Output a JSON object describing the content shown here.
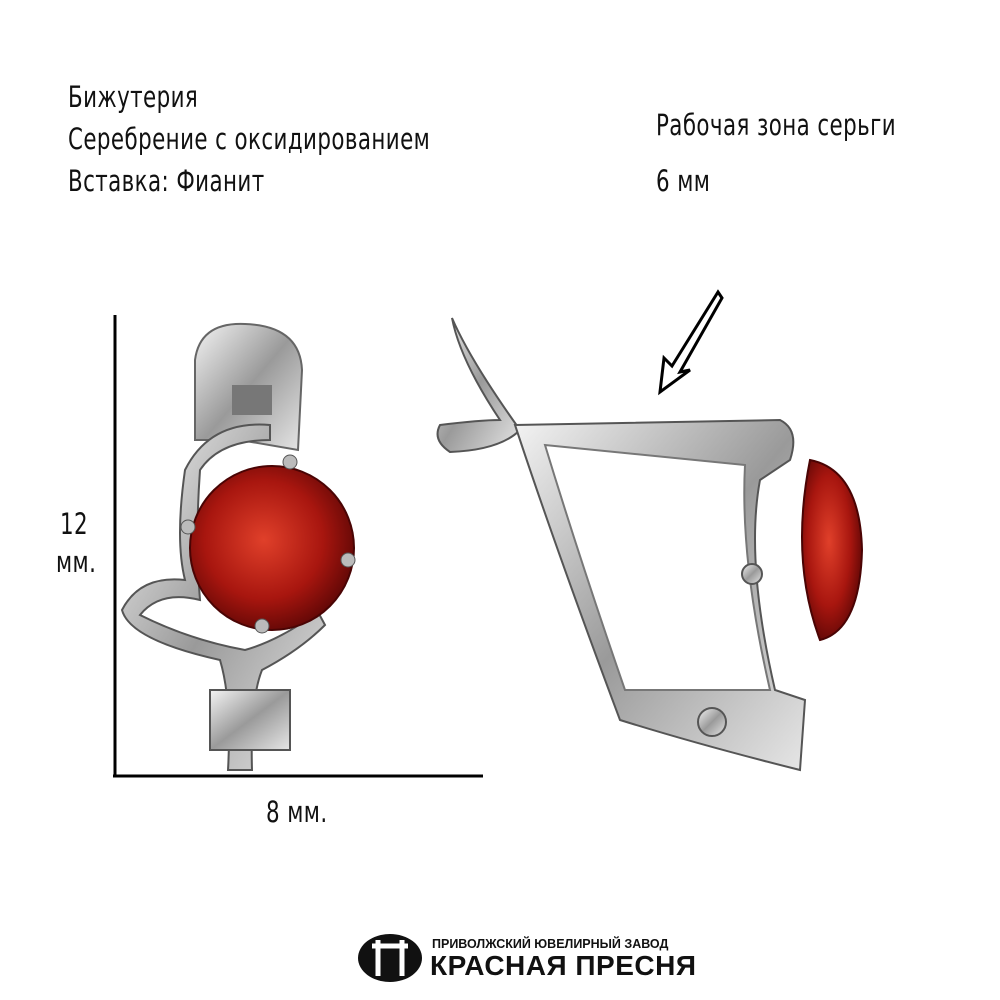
{
  "specs": {
    "line1": "Бижутерия",
    "line2": "Серебрение с оксидированием",
    "line3": "Вставка: Фианит"
  },
  "working_zone": {
    "label": "Рабочая зона серьги",
    "value": "6 мм"
  },
  "dimensions": {
    "height_value": "12",
    "height_unit": "мм.",
    "width": "8 мм."
  },
  "brand": {
    "subtitle": "ПРИВОЛЖСКИЙ ЮВЕЛИРНЫЙ ЗАВОД",
    "name": "КРАСНАЯ ПРЕСНЯ"
  }
}
